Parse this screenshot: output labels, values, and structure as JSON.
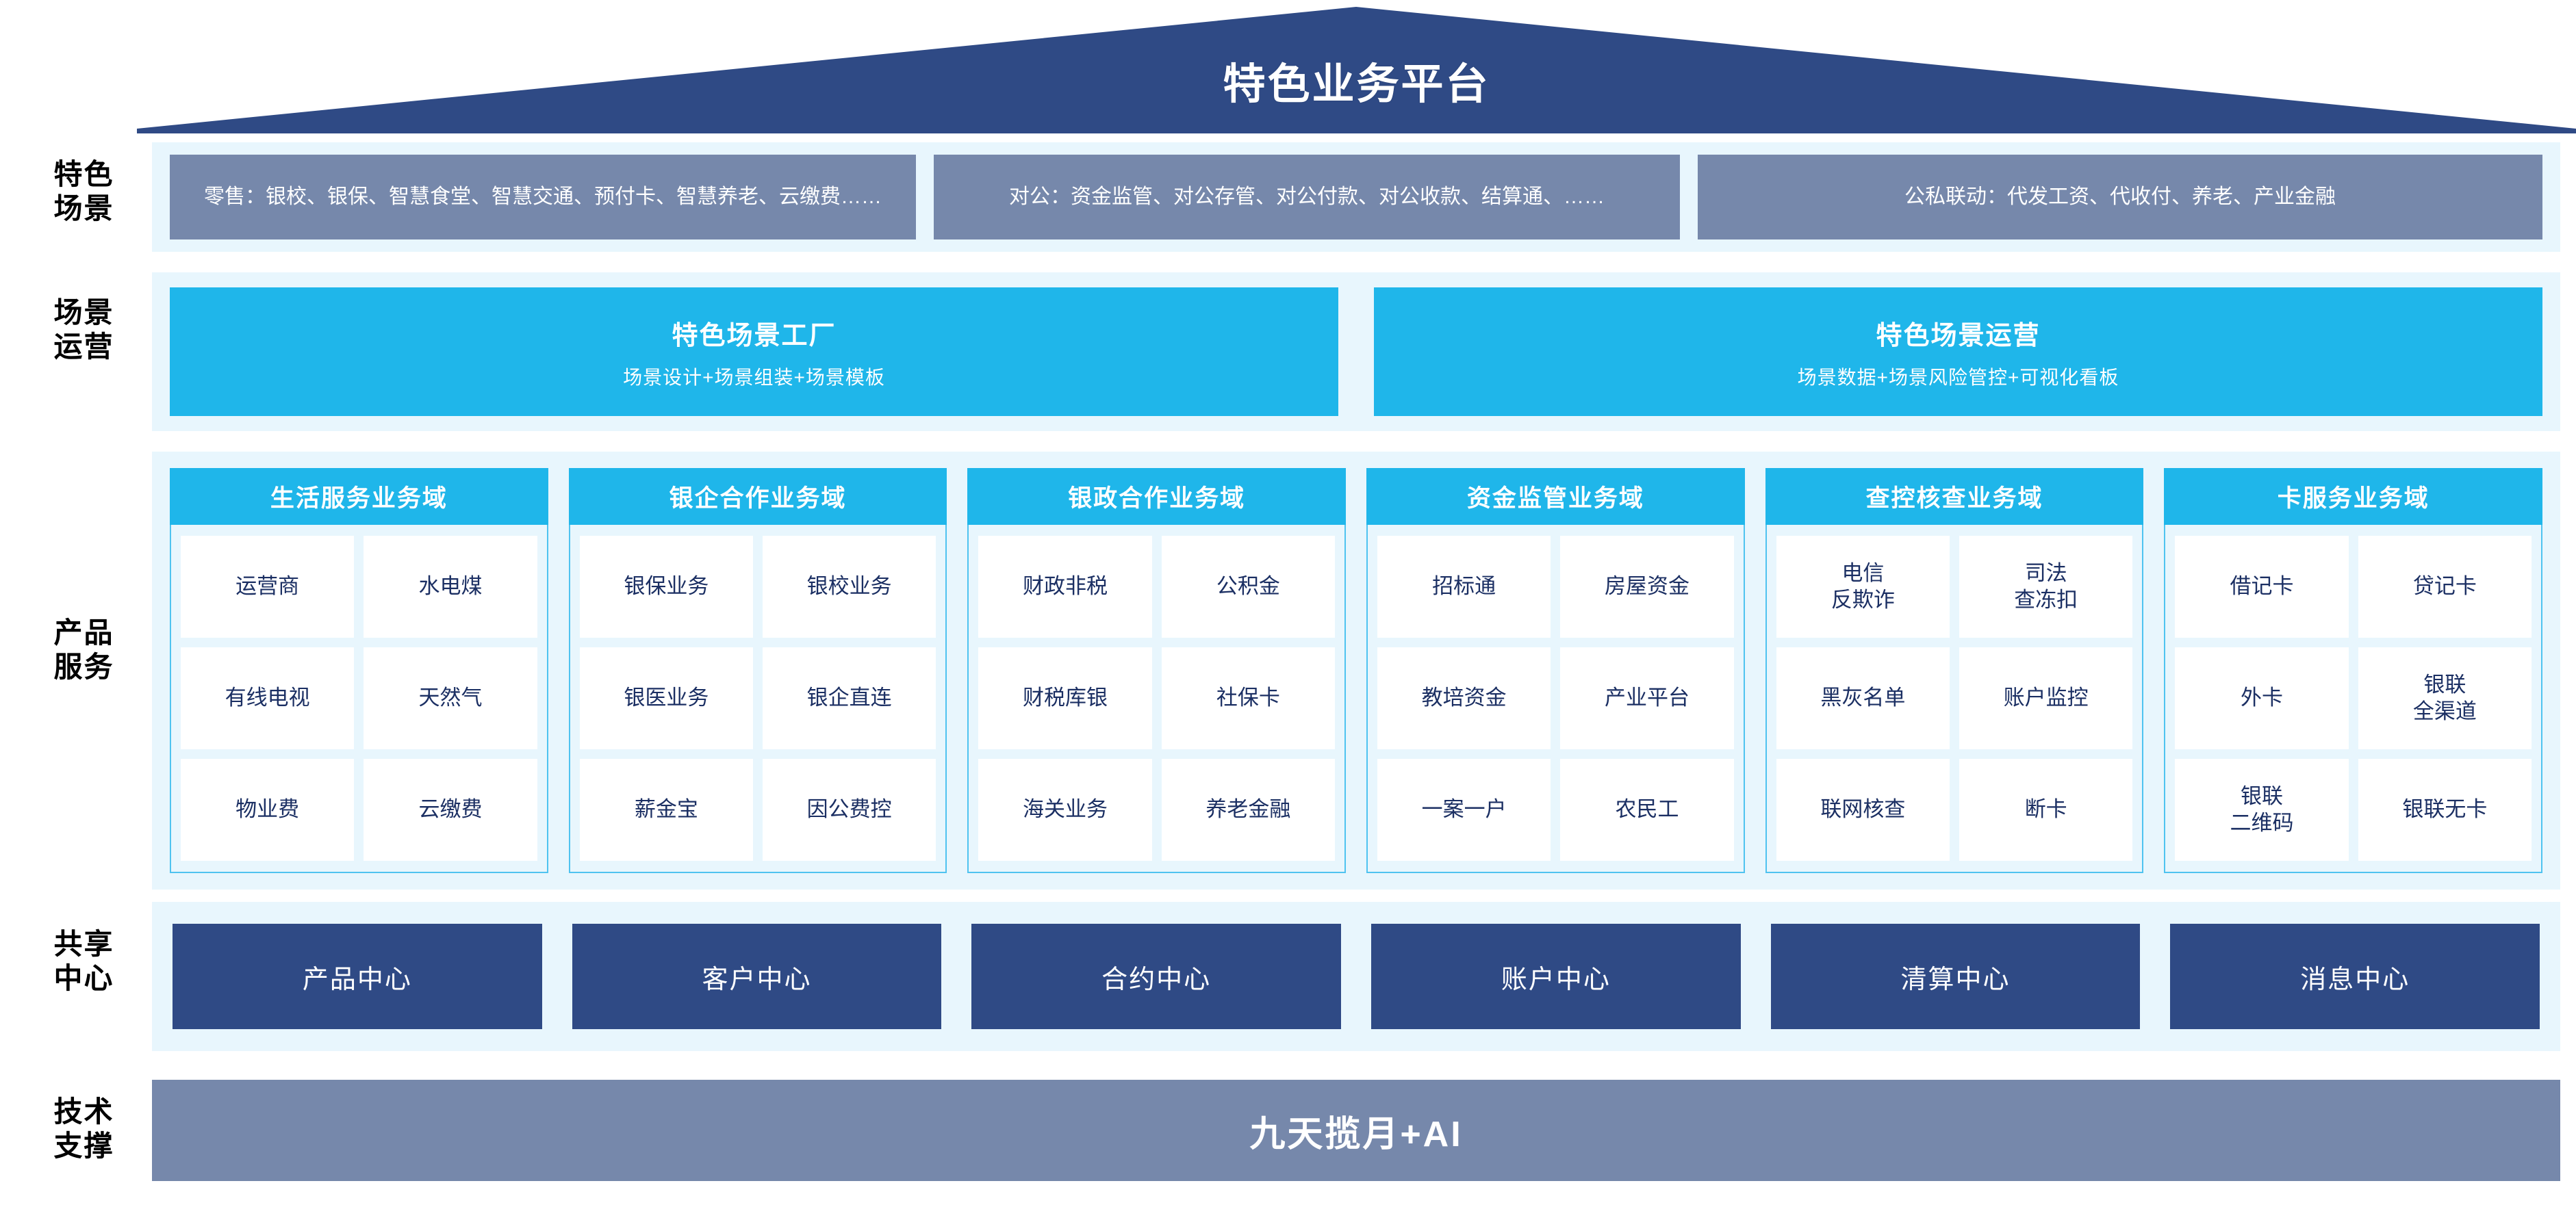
{
  "colors": {
    "roof_navy": "#2f4a85",
    "band_bg": "#e8f6fd",
    "scene_slate": "#7688ab",
    "cyan": "#1fb6ea",
    "card_border": "#4fc3f0",
    "tile_bg": "#ffffff",
    "tile_text": "#1b2f63",
    "shared_navy": "#2f4a85",
    "tech_slate": "#7688ab"
  },
  "roof": {
    "title": "特色业务平台"
  },
  "rail": {
    "labels": [
      "特色\n场景",
      "场景\n运营",
      "产品\n服务",
      "共享\n中心",
      "技术\n支撑"
    ]
  },
  "scenes": {
    "boxes": [
      "零售：银校、银保、智慧食堂、智慧交通、预付卡、智慧养老、云缴费……",
      "对公：资金监管、对公存管、对公付款、对公收款、结算通、……",
      "公私联动：代发工资、代收付、养老、产业金融"
    ]
  },
  "operations": {
    "boxes": [
      {
        "title": "特色场景工厂",
        "subtitle": "场景设计+场景组装+场景模板"
      },
      {
        "title": "特色场景运营",
        "subtitle": "场景数据+场景风险管控+可视化看板"
      }
    ]
  },
  "products": {
    "domains": [
      {
        "title": "生活服务业务域",
        "tiles": [
          "运营商",
          "水电煤",
          "有线电视",
          "天然气",
          "物业费",
          "云缴费"
        ]
      },
      {
        "title": "银企合作业务域",
        "tiles": [
          "银保业务",
          "银校业务",
          "银医业务",
          "银企直连",
          "薪金宝",
          "因公费控"
        ]
      },
      {
        "title": "银政合作业务域",
        "tiles": [
          "财政非税",
          "公积金",
          "财税库银",
          "社保卡",
          "海关业务",
          "养老金融"
        ]
      },
      {
        "title": "资金监管业务域",
        "tiles": [
          "招标通",
          "房屋资金",
          "教培资金",
          "产业平台",
          "一案一户",
          "农民工"
        ]
      },
      {
        "title": "查控核查业务域",
        "tiles": [
          "电信\n反欺诈",
          "司法\n查冻扣",
          "黑灰名单",
          "账户监控",
          "联网核查",
          "断卡"
        ]
      },
      {
        "title": "卡服务业务域",
        "tiles": [
          "借记卡",
          "贷记卡",
          "外卡",
          "银联\n全渠道",
          "银联\n二维码",
          "银联无卡"
        ]
      }
    ]
  },
  "shared": {
    "boxes": [
      "产品中心",
      "客户中心",
      "合约中心",
      "账户中心",
      "清算中心",
      "消息中心"
    ]
  },
  "tech": {
    "label": "九天揽月+AI"
  }
}
